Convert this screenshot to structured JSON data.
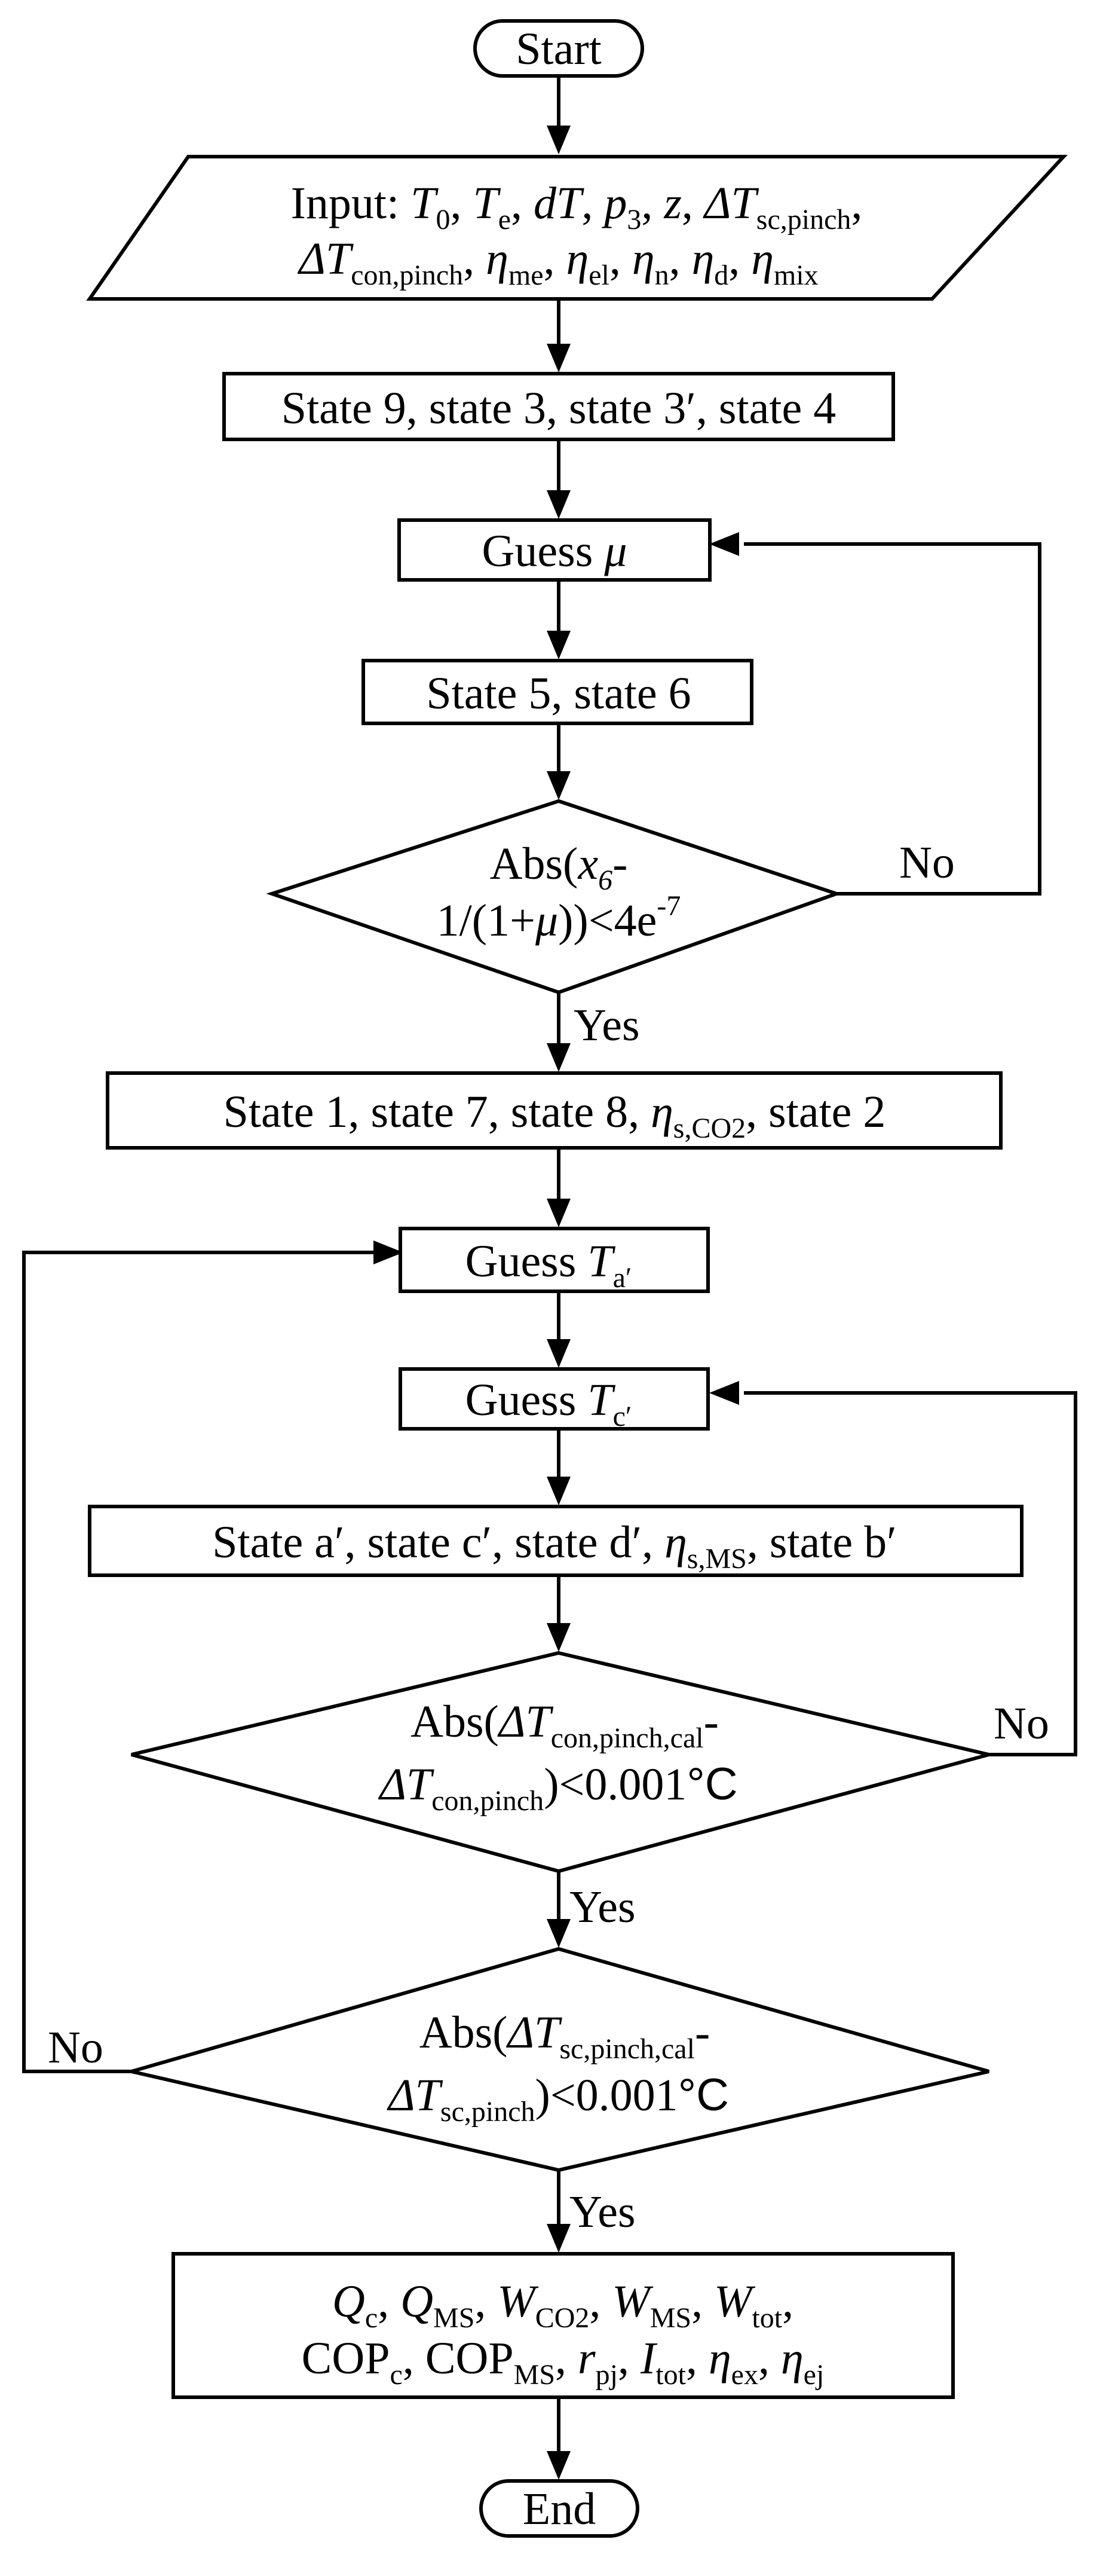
{
  "nodes": {
    "start": {
      "text": "Start"
    },
    "input": {
      "line1": [
        "Input: ",
        "T",
        "0",
        ", ",
        "T",
        "e",
        ", ",
        "dT",
        ", ",
        "p",
        "3",
        ", ",
        "z",
        ", ",
        "ΔT",
        "sc,pinch",
        ","
      ],
      "line2": [
        "ΔT",
        "con,pinch",
        ", ",
        "η",
        "me",
        ", ",
        "η",
        "el",
        ", ",
        "η",
        "n",
        ", ",
        "η",
        "d",
        ",  ",
        "η",
        "mix"
      ]
    },
    "states_9_3_4": {
      "text": "State 9, state 3, state 3′, state 4"
    },
    "guess_mu": {
      "prefix": "Guess ",
      "symbol": "μ"
    },
    "states_5_6": {
      "text": "State 5, state 6"
    },
    "check_x6": {
      "line1": [
        "Abs(",
        "x",
        "6",
        "-"
      ],
      "line2": [
        "1/(1+",
        "μ",
        "))<4e",
        "-7"
      ]
    },
    "states_1_7_8_2": {
      "before": "State 1, state 7, state 8, ",
      "eta": "η",
      "eta_sub": "s,CO2",
      "after": ", state 2"
    },
    "guess_ta": {
      "prefix": "Guess ",
      "symbol": "T",
      "sub": "a′"
    },
    "guess_tc": {
      "prefix": "Guess ",
      "symbol": "T",
      "sub": "c′"
    },
    "states_a_c_d_b": {
      "before": "State a′, state c′, state d′, ",
      "eta": "η",
      "eta_sub": "s,MS",
      "after": ", state b′"
    },
    "check_con_pinch": {
      "line1": [
        "Abs(",
        "ΔT",
        "con,pinch,cal",
        "-"
      ],
      "line2": [
        "ΔT",
        "con,pinch",
        ")<0.001",
        "°C"
      ]
    },
    "check_sc_pinch": {
      "line1": [
        "Abs(",
        "ΔT",
        "sc,pinch,cal",
        "-"
      ],
      "line2": [
        "ΔT",
        "sc,pinch",
        ")<0.001",
        "°C"
      ]
    },
    "output": {
      "line1": [
        "Q",
        "c",
        ", ",
        "Q",
        "MS",
        ", ",
        "W",
        "CO2",
        ", ",
        "W",
        "MS",
        ", ",
        "W",
        "tot",
        ","
      ],
      "line2": [
        "COP",
        "c",
        ", COP",
        "MS",
        ", ",
        "r",
        "pj",
        ", ",
        "I",
        "tot",
        ", ",
        "η",
        "ex",
        ", ",
        "η",
        "ej"
      ]
    },
    "end": {
      "text": "End"
    }
  },
  "branch_labels": {
    "yes": "Yes",
    "no": "No"
  }
}
